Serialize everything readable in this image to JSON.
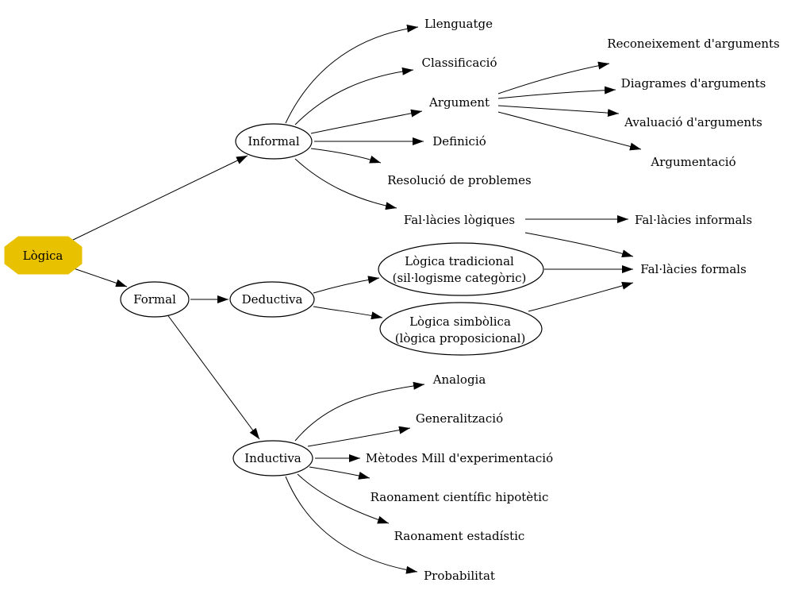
{
  "nodes": {
    "logica": "Lògica",
    "informal": "Informal",
    "formal": "Formal",
    "deductiva": "Deductiva",
    "inductiva": "Inductiva",
    "llenguatge": "Llenguatge",
    "classificacio": "Classificació",
    "argument": "Argument",
    "definicio": "Definició",
    "resolucio": "Resolució de problemes",
    "fallacies_logiques": "Fal·làcies lògiques",
    "reconeixement": "Reconeixement d'arguments",
    "diagrames": "Diagrames d'arguments",
    "avaluacio": "Avaluació d'arguments",
    "argumentacio": "Argumentació",
    "fallacies_informals": "Fal·làcies informals",
    "fallacies_formals": "Fal·làcies formals",
    "logica_tradicional_1": "Lògica tradicional",
    "logica_tradicional_2": "(sil·logisme categòric)",
    "logica_simbolica_1": "Lògica simbòlica",
    "logica_simbolica_2": "(lògica proposicional)",
    "analogia": "Analogia",
    "generalitzacio": "Generalització",
    "metodes_mill": "Mètodes Mill d'experimentació",
    "raonament_cientific": "Raonament científic hipotètic",
    "raonament_estadistic": "Raonament estadístic",
    "probabilitat": "Probabilitat"
  },
  "colors": {
    "root_fill": "#e8c200",
    "line": "#000000"
  }
}
